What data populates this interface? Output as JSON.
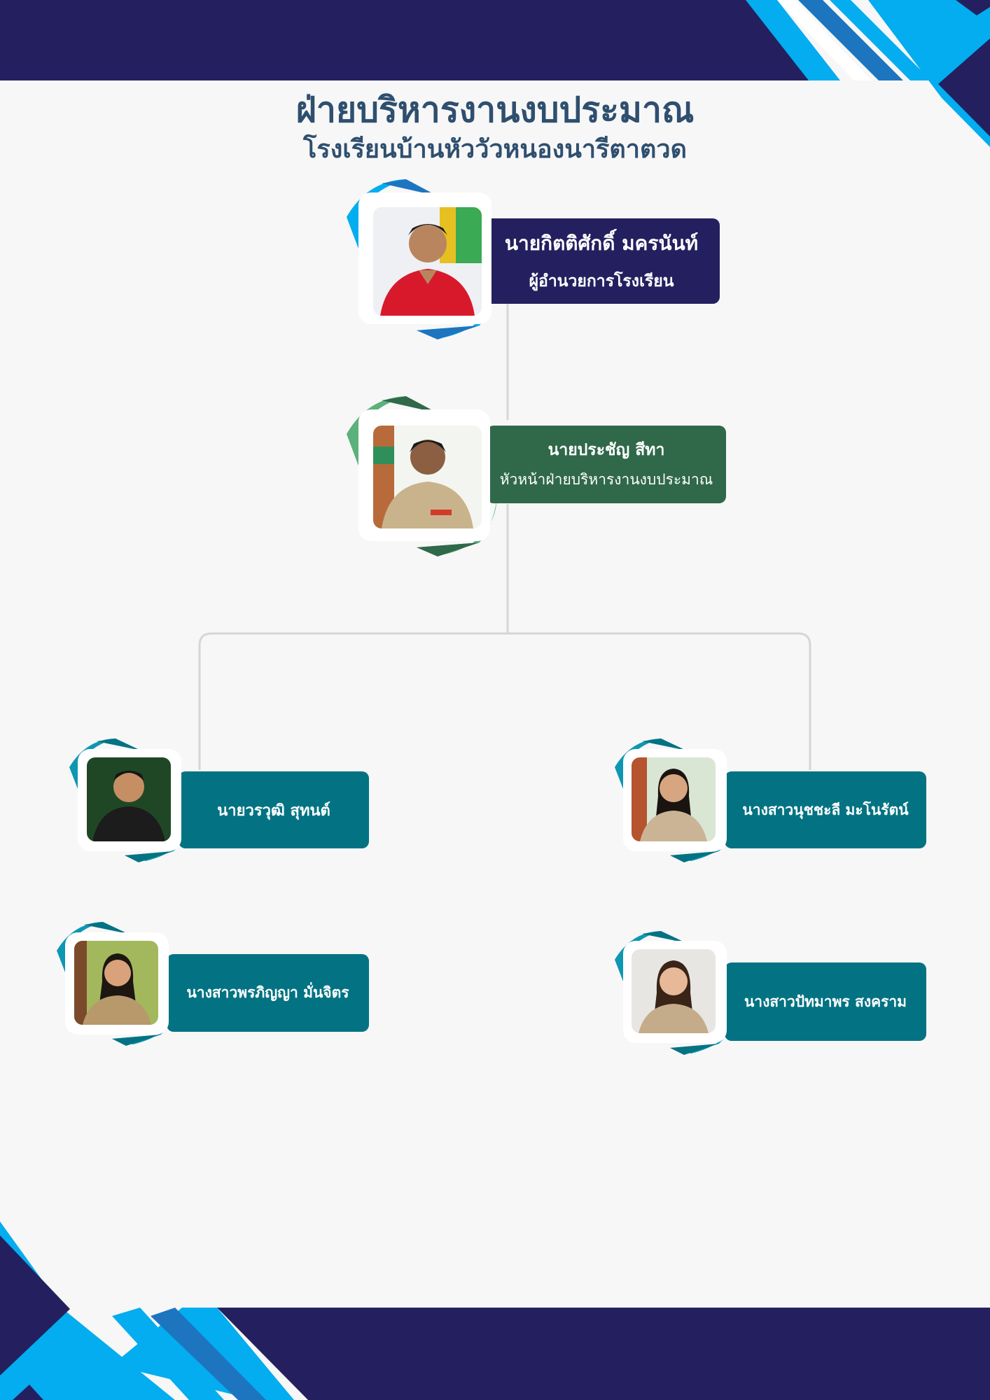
{
  "colors": {
    "navy": "#24205f",
    "cyan": "#03adef",
    "blue": "#1d75c0",
    "green_dark": "#30684a",
    "green_light": "#5bb07b",
    "teal": "#037383",
    "teal_accent": "#0d97b3",
    "connector": "#d6d6d6",
    "title": "#2f4f6f"
  },
  "header": {
    "title": "ฝ่ายบริหารงานงบประมาณ",
    "subtitle": "โรงเรียนบ้านหัววัวหนองนารีตาตวด"
  },
  "org": {
    "director": {
      "name": "นายกิตติศักดิ์  มครนันท์",
      "role": "ผู้อำนวยการโรงเรียน"
    },
    "head": {
      "name": "นายประชัญ  สีทา",
      "role": "หัวหน้าฝ่ายบริหารงานงบประมาณ"
    },
    "staff": [
      {
        "name": "นายวรวุฒิ  สุทนต์"
      },
      {
        "name": "นางสาวนุชชะลี  มะโนรัตน์"
      },
      {
        "name": "นางสาวพรภิญญา  มั่นจิตร"
      },
      {
        "name": "นางสาวปัทมาพร  สงคราม"
      }
    ]
  }
}
